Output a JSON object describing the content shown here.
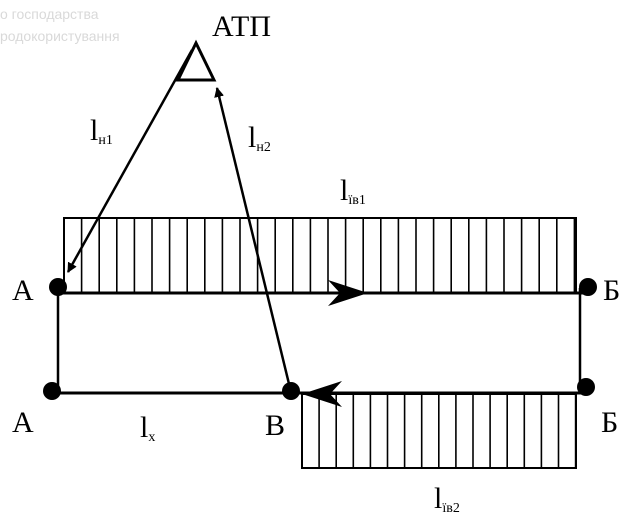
{
  "watermark": {
    "line1": "о господарства",
    "line2": "родокористування"
  },
  "depot": {
    "label": "АТП"
  },
  "points": {
    "a_top": "А",
    "b_top": "Б",
    "a_bottom": "А",
    "v_bottom": "В",
    "b_bottom": "Б"
  },
  "segments": {
    "ln1": {
      "main": "l",
      "sub": "н1"
    },
    "ln2": {
      "main": "l",
      "sub": "н2"
    },
    "lib1": {
      "main": "l",
      "sub": "їв1"
    },
    "lib2": {
      "main": "l",
      "sub": "їв2"
    },
    "lx": {
      "main": "l",
      "sub": "х"
    }
  }
}
